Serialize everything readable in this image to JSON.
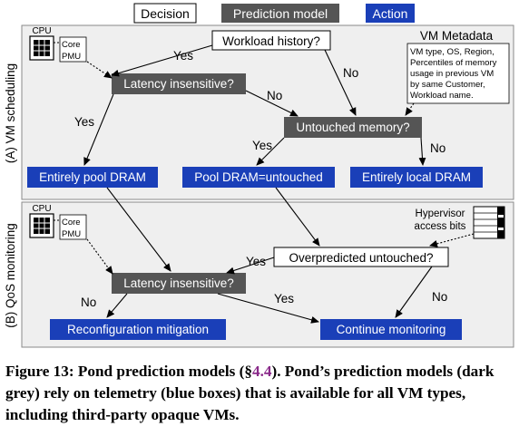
{
  "legend": {
    "decision": "Decision",
    "prediction_model": "Prediction model",
    "action": "Action"
  },
  "colors": {
    "panel_bg": "#efefef",
    "panel_border": "#8a8a8a",
    "model_fill": "#555555",
    "action_fill": "#1a3fb8",
    "decision_fill": "#ffffff",
    "text_dark": "#000000",
    "text_light": "#ffffff"
  },
  "section_a": {
    "label": "(A) VM scheduling",
    "cpu_label": "CPU",
    "core_label": "Core",
    "pmu_label": "PMU",
    "workload_history": "Workload history?",
    "latency_insensitive": "Latency insensitive?",
    "untouched_memory": "Untouched memory?",
    "entirely_pool": "Entirely pool DRAM",
    "pool_untouched": "Pool DRAM=untouched",
    "entirely_local": "Entirely local DRAM",
    "vm_metadata_title": "VM Metadata",
    "vm_metadata_lines": [
      "VM type, OS, Region,",
      "Percentiles of memory",
      "usage in previous VM",
      "by same Customer,",
      "Workload name."
    ],
    "yes1": "Yes",
    "no1": "No",
    "yes2": "Yes",
    "no2": "No",
    "yes3": "Yes",
    "no3": "No"
  },
  "section_b": {
    "label": "(B) QoS monitoring",
    "cpu_label": "CPU",
    "core_label": "Core",
    "pmu_label": "PMU",
    "hypervisor_line1": "Hypervisor",
    "hypervisor_line2": "access bits",
    "overpredicted": "Overpredicted untouched?",
    "latency_insensitive": "Latency insensitive?",
    "reconfig": "Reconfiguration mitigation",
    "continue": "Continue monitoring",
    "yes1": "Yes",
    "no1": "No",
    "yes2": "Yes",
    "no2": "No"
  },
  "caption": {
    "prefix": "Figure 13:  Pond prediction models (§",
    "ref": "4.4",
    "suffix": ").   Pond’s prediction models (dark grey) rely on telemetry (blue boxes) that is available for all VM types, including third-party opaque VMs."
  }
}
